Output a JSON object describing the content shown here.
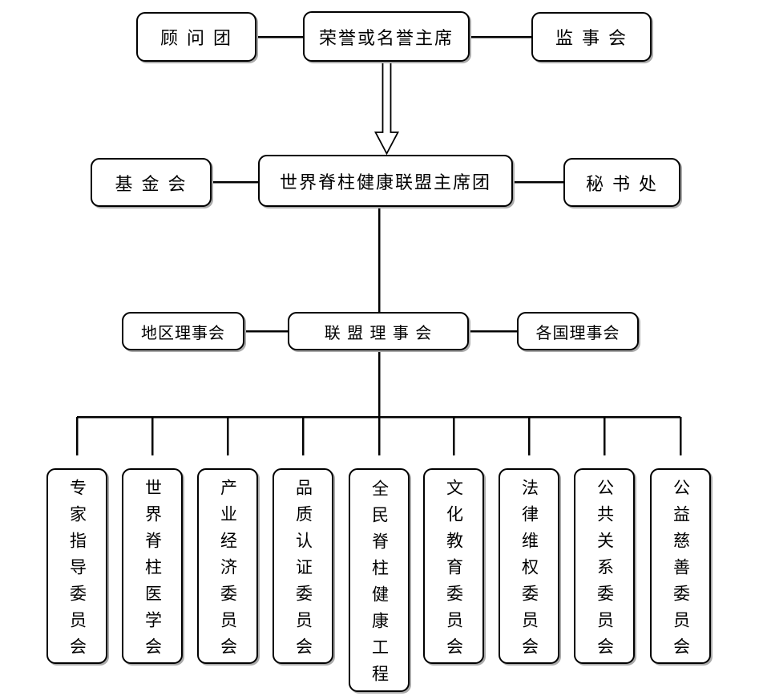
{
  "colors": {
    "line": "#000000",
    "box_border": "#000000",
    "box_background": "#ffffff",
    "page_background": "#ffffff",
    "shadow": "#aaaaaa"
  },
  "org_chart": {
    "row1": {
      "advisor_group": "顾 问 团",
      "honorary_chairman": "荣誉或名誉主席",
      "supervisory_board": "监 事 会"
    },
    "row2": {
      "foundation": "基 金 会",
      "presidium": "世界脊柱健康联盟主席团",
      "secretariat": "秘 书 处"
    },
    "row3": {
      "regional_council": "地区理事会",
      "alliance_council": "联 盟 理 事 会",
      "national_councils": "各国理事会"
    },
    "committees": [
      "专家指导委员会",
      "世界脊柱医学会",
      "产业经济委员会",
      "品质认证委员会",
      "全民脊柱健康工程",
      "文化教育委员会",
      "法律维权委员会",
      "公共关系委员会",
      "公益慈善委员会"
    ]
  }
}
